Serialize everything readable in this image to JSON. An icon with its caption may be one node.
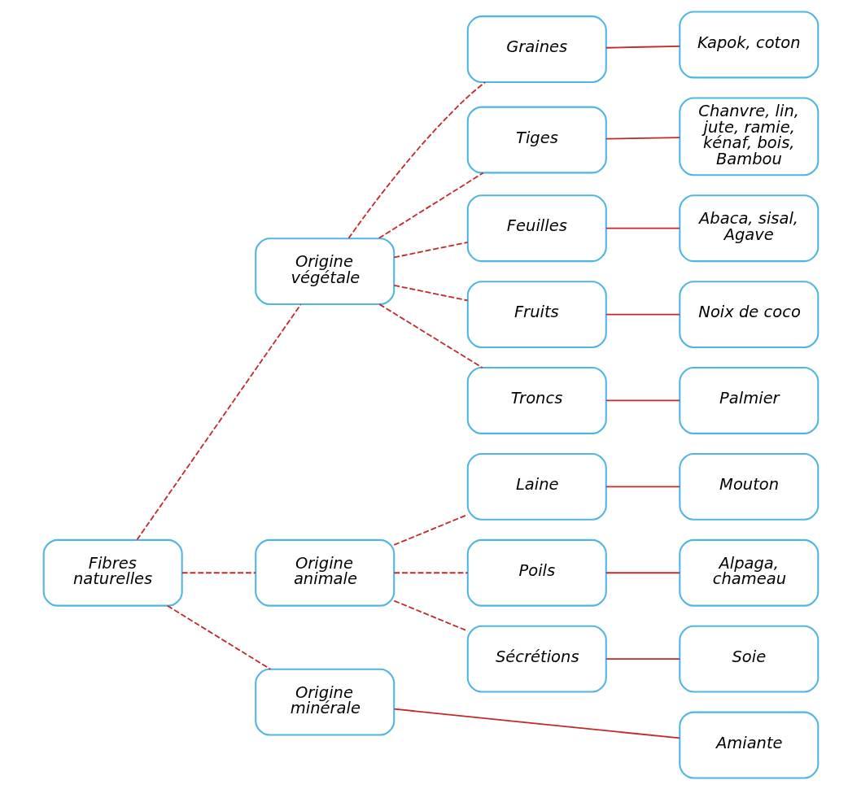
{
  "diagram": {
    "nodes": [
      {
        "text": [
          "Fibres naturelles"
        ]
      },
      {
        "text": [
          "Origine végétale"
        ]
      },
      {
        "text": [
          "Graines"
        ]
      },
      {
        "text": [
          "Kapok, coton"
        ]
      },
      {
        "text": [
          "Tiges"
        ]
      },
      {
        "text": [
          "Chanvre, lin, jute, ramie, kénaf, bois, Bambou"
        ]
      },
      {
        "text": [
          "Feuilles"
        ]
      },
      {
        "text": [
          "Abaca, sisal, Agave"
        ]
      },
      {
        "text": [
          "Fruits"
        ]
      },
      {
        "text": [
          "Noix de coco"
        ]
      },
      {
        "text": [
          "Troncs"
        ]
      },
      {
        "text": [
          "Palmier"
        ]
      },
      {
        "text": [
          "Origine animale"
        ]
      },
      {
        "text": [
          "Laine"
        ]
      },
      {
        "text": [
          "Mouton"
        ]
      },
      {
        "text": [
          "Poils"
        ]
      },
      {
        "text": [
          "Alpaga, chameau"
        ]
      },
      {
        "text": [
          "Sécrétions"
        ]
      },
      {
        "text": [
          "Soie"
        ]
      },
      {
        "text": [
          "Origine minérale"
        ]
      },
      {
        "text": [
          "Amiante"
        ]
      }
    ],
    "edges": [
      {
        "from": 0,
        "to": 1,
        "arrow": "none",
        "style": "dashed"
      },
      {
        "from": 0,
        "to": 12,
        "arrow": "none",
        "style": "dashed"
      },
      {
        "from": 0,
        "to": 19,
        "arrow": "none",
        "style": "dashed"
      },
      {
        "from": 1,
        "to": 2,
        "arrow": "none",
        "style": "dashed"
      },
      {
        "from": 1,
        "to": 4,
        "arrow": "none",
        "style": "dashed"
      },
      {
        "from": 1,
        "to": 6,
        "arrow": "none",
        "style": "dashed"
      },
      {
        "from": 1,
        "to": 8,
        "arrow": "none",
        "style": "dashed"
      },
      {
        "from": 1,
        "to": 10,
        "arrow": "none",
        "style": "dashed"
      },
      {
        "from": 12,
        "to": 13,
        "arrow": "none",
        "style": "dashed"
      },
      {
        "from": 12,
        "to": 15,
        "arrow": "none",
        "style": "dashed"
      },
      {
        "from": 12,
        "to": 17,
        "arrow": "none",
        "style": "dashed"
      },
      {
        "from": 2,
        "to": 3,
        "arrow": "none"
      },
      {
        "from": 4,
        "to": 5,
        "arrow": "none"
      },
      {
        "from": 6,
        "to": 7,
        "arrow": "none"
      },
      {
        "from": 8,
        "to": 9,
        "arrow": "none"
      },
      {
        "from": 10,
        "to": 11,
        "arrow": "none"
      },
      {
        "from": 13,
        "to": 14,
        "arrow": "none"
      },
      {
        "from": 15,
        "to": 16,
        "arrow": "none"
      },
      {
        "from": 17,
        "to": 18,
        "arrow": "none"
      },
      {
        "from": 19,
        "to": 20,
        "arrow": "none"
      }
    ]
  }
}
